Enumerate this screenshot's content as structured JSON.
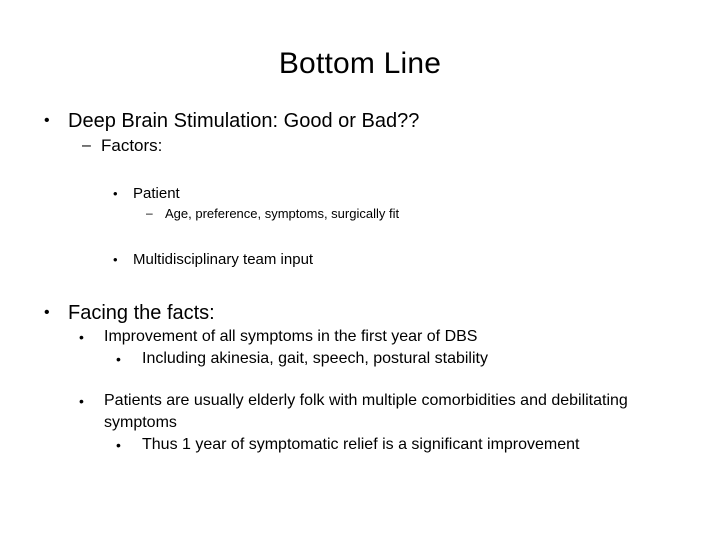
{
  "slide": {
    "title": "Bottom Line",
    "background_color": "#ffffff",
    "text_color": "#000000",
    "bullet_glyph": "•",
    "dash_glyph": "–",
    "blocks": [
      {
        "id": "block-1",
        "lines": [
          {
            "level": 1,
            "marker": "•",
            "text": "Deep Brain Stimulation: Good or Bad??"
          },
          {
            "level": 2,
            "marker": "–",
            "text": "Factors:"
          },
          {
            "level": 3,
            "marker": "•",
            "text": "Patient"
          },
          {
            "level": 4,
            "marker": "–",
            "text": "Age, preference, symptoms, surgically fit"
          },
          {
            "level": 3,
            "marker": "•",
            "text": "Multidisciplinary team input"
          }
        ]
      },
      {
        "id": "block-2",
        "lines": [
          {
            "level": 1,
            "marker": "•",
            "text": "Facing the facts:"
          },
          {
            "level": 2,
            "marker": "•",
            "text": "Improvement of all symptoms in the first year of DBS"
          },
          {
            "level": 3,
            "marker": "•",
            "text": "Including akinesia, gait, speech, postural stability"
          },
          {
            "level": 2,
            "marker": "•",
            "text": "Patients are usually elderly folk with multiple comorbidities and debilitating symptoms"
          },
          {
            "level": 3,
            "marker": "•",
            "text": "Thus 1 year of symptomatic relief is a significant improvement"
          }
        ]
      }
    ]
  }
}
